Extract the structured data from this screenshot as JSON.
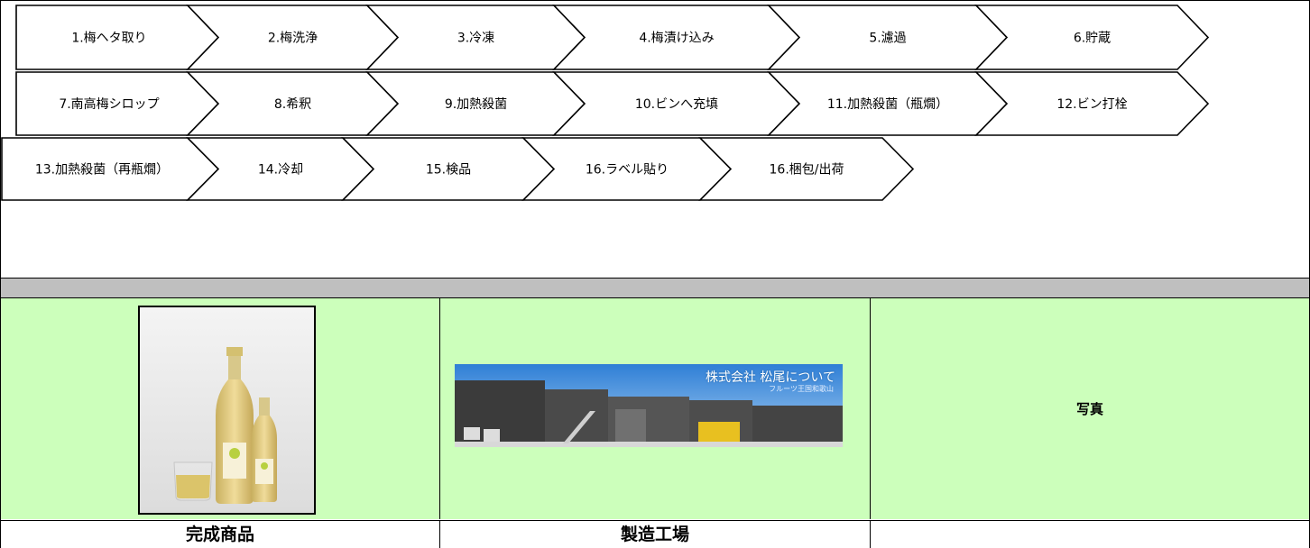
{
  "process_steps": [
    {
      "label": "1.梅ヘタ取り"
    },
    {
      "label": "2.梅洗浄"
    },
    {
      "label": "3.冷凍"
    },
    {
      "label": "4.梅漬け込み"
    },
    {
      "label": "5.濾過"
    },
    {
      "label": "6.貯蔵"
    },
    {
      "label": "7.南高梅シロップ"
    },
    {
      "label": "8.希釈"
    },
    {
      "label": "9.加熱殺菌"
    },
    {
      "label": "10.ビンへ充填"
    },
    {
      "label": "11.加熱殺菌（瓶燗）"
    },
    {
      "label": "12.ビン打栓"
    },
    {
      "label": "13.加熱殺菌（再瓶燗）"
    },
    {
      "label": "14.冷却"
    },
    {
      "label": "15.検品"
    },
    {
      "label": "16.ラベル貼り"
    },
    {
      "label": "16.梱包/出荷"
    }
  ],
  "gallery": {
    "product_caption": "完成商品",
    "factory_caption": "製造工場",
    "photo_placeholder": "写真",
    "factory_banner_title": "株式会社 松尾について",
    "factory_banner_subtitle": "フルーツ王国和歌山"
  },
  "colors": {
    "gallery_bg": "#ccffbb",
    "band_gray": "#bfbfbf",
    "sky_blue": "#4a8fd6"
  }
}
